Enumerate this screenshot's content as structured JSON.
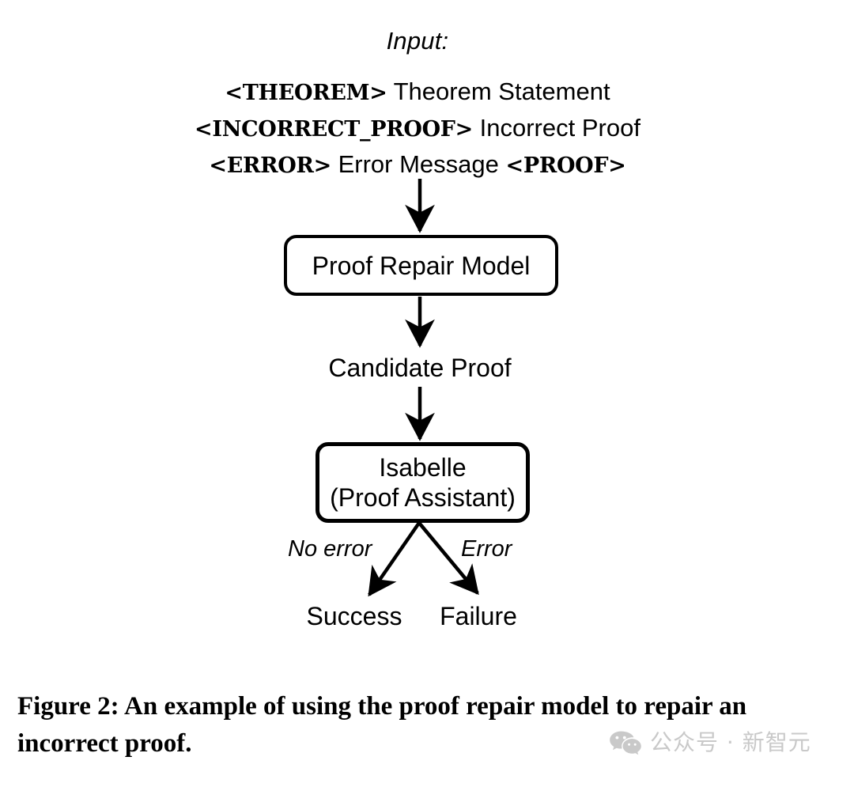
{
  "figure": {
    "input_heading": "Input:",
    "input_lines": [
      {
        "tag": "<THEOREM>",
        "text": "Theorem Statement",
        "tag2": "",
        "text2": ""
      },
      {
        "tag": "<INCORRECT_PROOF>",
        "text": "Incorrect Proof",
        "tag2": "",
        "text2": ""
      },
      {
        "tag": "<ERROR>",
        "text": "Error Message",
        "tag2": "<PROOF>",
        "text2": ""
      }
    ],
    "nodes": {
      "repair_model": "Proof Repair Model",
      "candidate_proof": "Candidate Proof",
      "isabelle_line1": "Isabelle",
      "isabelle_line2": "(Proof Assistant)",
      "success": "Success",
      "failure": "Failure"
    },
    "edge_labels": {
      "no_error": "No error",
      "error": "Error"
    },
    "caption": "Figure 2: An example of using the proof repair model to repair an incorrect proof.",
    "colors": {
      "stroke": "#000000",
      "background": "#ffffff",
      "watermark": "#c9c9c9"
    }
  },
  "watermark": {
    "logo_icon": "wechat-icon",
    "text": "公众号 · 新智元"
  }
}
